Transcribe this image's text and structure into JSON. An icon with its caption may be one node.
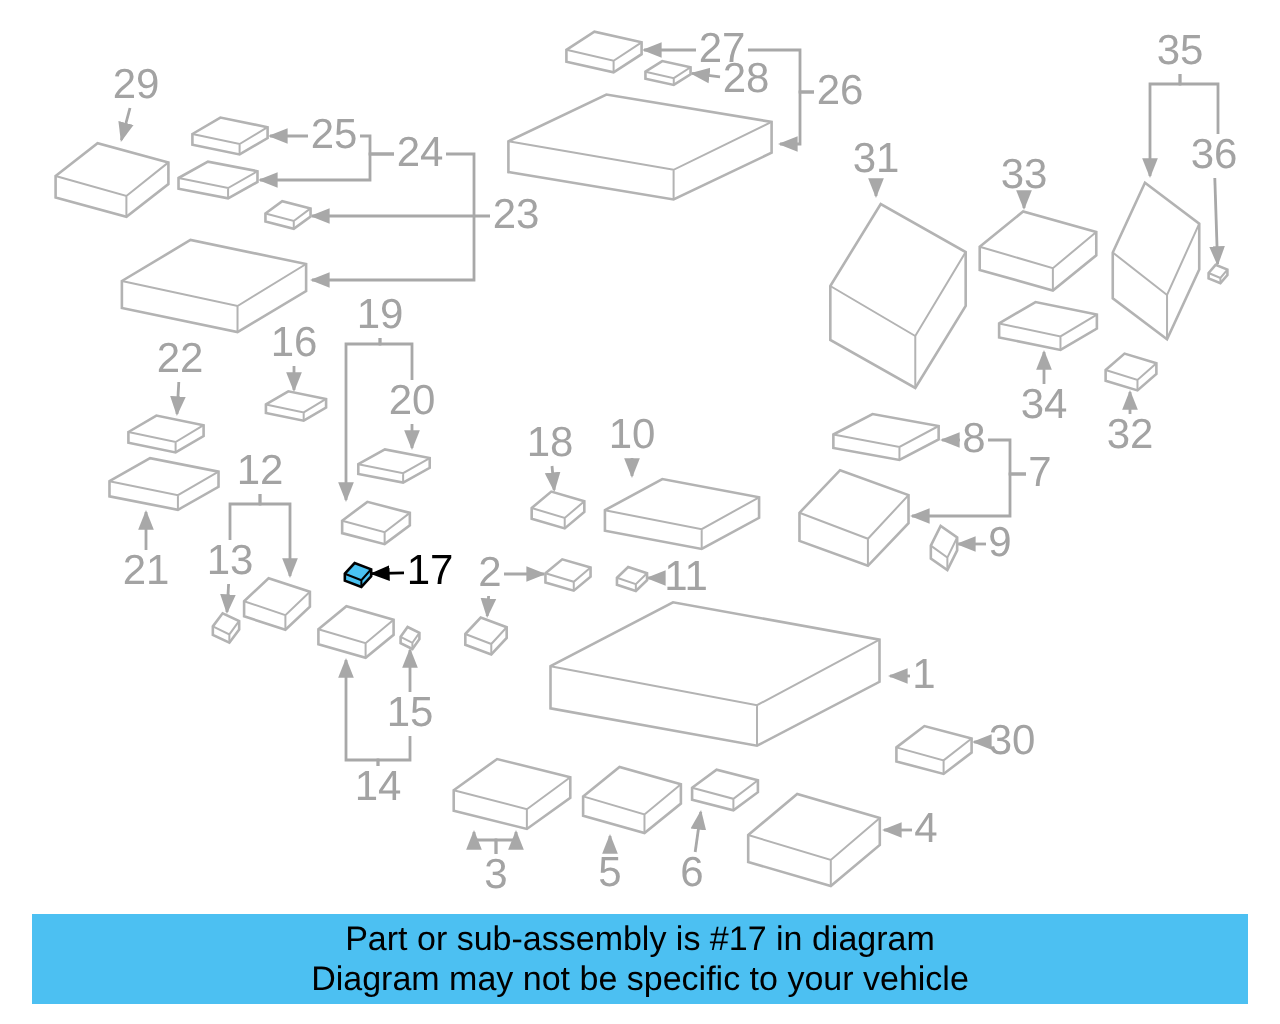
{
  "diagram": {
    "nodes": [
      {
        "text": [
          "1"
        ]
      },
      {
        "text": [
          "2"
        ]
      },
      {
        "text": [
          "3"
        ]
      },
      {
        "text": [
          "4"
        ]
      },
      {
        "text": [
          "5"
        ]
      },
      {
        "text": [
          "6"
        ]
      },
      {
        "text": [
          "7"
        ]
      },
      {
        "text": [
          "8"
        ]
      },
      {
        "text": [
          "9"
        ]
      },
      {
        "text": [
          "10"
        ]
      },
      {
        "text": [
          "11"
        ]
      },
      {
        "text": [
          "12"
        ]
      },
      {
        "text": [
          "13"
        ]
      },
      {
        "text": [
          "14"
        ]
      },
      {
        "text": [
          "15"
        ]
      },
      {
        "text": [
          "16"
        ]
      },
      {
        "text": [
          "17"
        ]
      },
      {
        "text": [
          "18"
        ]
      },
      {
        "text": [
          "19"
        ]
      },
      {
        "text": [
          "20"
        ]
      },
      {
        "text": [
          "21"
        ]
      },
      {
        "text": [
          "22"
        ]
      },
      {
        "text": [
          "23"
        ]
      },
      {
        "text": [
          "24"
        ]
      },
      {
        "text": [
          "25"
        ]
      },
      {
        "text": [
          "26"
        ]
      },
      {
        "text": [
          "27"
        ]
      },
      {
        "text": [
          "28"
        ]
      },
      {
        "text": [
          "29"
        ]
      },
      {
        "text": [
          "30"
        ]
      },
      {
        "text": [
          "31"
        ]
      },
      {
        "text": [
          "32"
        ]
      },
      {
        "text": [
          "33"
        ]
      },
      {
        "text": [
          "34"
        ]
      },
      {
        "text": [
          "35"
        ]
      },
      {
        "text": [
          "36"
        ]
      },
      {
        "text": [],
        "shape": "picture"
      },
      {
        "text": [],
        "shape": "picture"
      },
      {
        "text": [],
        "shape": "picture"
      },
      {
        "text": [],
        "shape": "picture"
      },
      {
        "text": [],
        "shape": "picture"
      },
      {
        "text": [],
        "shape": "picture"
      },
      {
        "text": [],
        "shape": "picture"
      },
      {
        "text": [],
        "shape": "picture"
      },
      {
        "text": [],
        "shape": "picture"
      },
      {
        "text": [],
        "shape": "picture"
      },
      {
        "text": [],
        "shape": "picture"
      },
      {
        "text": [],
        "shape": "picture"
      },
      {
        "text": [],
        "shape": "picture"
      },
      {
        "text": [],
        "shape": "picture"
      },
      {
        "text": [],
        "shape": "picture"
      },
      {
        "text": [],
        "shape": "picture"
      },
      {
        "text": [],
        "shape": "picture"
      },
      {
        "text": [],
        "shape": "picture"
      },
      {
        "text": [],
        "shape": "picture"
      },
      {
        "text": [],
        "shape": "picture"
      },
      {
        "text": [],
        "shape": "picture"
      },
      {
        "text": [],
        "shape": "picture"
      },
      {
        "text": [],
        "shape": "picture"
      },
      {
        "text": [],
        "shape": "picture"
      },
      {
        "text": [],
        "shape": "picture"
      },
      {
        "text": [],
        "shape": "picture"
      },
      {
        "text": [],
        "shape": "picture"
      },
      {
        "text": [],
        "shape": "picture"
      },
      {
        "text": [],
        "shape": "picture"
      },
      {
        "text": [],
        "shape": "picture"
      },
      {
        "text": [],
        "shape": "picture"
      },
      {
        "text": [],
        "shape": "picture"
      },
      {
        "text": [],
        "shape": "picture"
      },
      {
        "text": [],
        "shape": "picture"
      },
      {
        "text": [],
        "shape": "picture"
      },
      {
        "text": [],
        "shape": "picture"
      },
      {
        "text": [],
        "shape": "picture"
      },
      {
        "text": [],
        "shape": "picture"
      },
      {
        "text": [
          "Part or sub-assembly is #17 in diagram",
          "Diagram may not be specific to your vehicle"
        ]
      }
    ],
    "edges": [
      {
        "from": 0,
        "to": 36,
        "arrow": "to"
      },
      {
        "from": 1,
        "to": 37,
        "arrow": "to"
      },
      {
        "from": 1,
        "to": 38,
        "arrow": "to"
      },
      {
        "from": 2,
        "to": 39,
        "arrow": "to"
      },
      {
        "from": 2,
        "to": 39,
        "arrow": "to"
      },
      {
        "from": 3,
        "to": 40,
        "arrow": "to"
      },
      {
        "from": 4,
        "to": 41,
        "arrow": "to"
      },
      {
        "from": 5,
        "to": 42,
        "arrow": "to"
      },
      {
        "from": 6,
        "to": 43,
        "arrow": "to"
      },
      {
        "from": 6,
        "to": 7,
        "arrow": "none"
      },
      {
        "from": 7,
        "to": 44,
        "arrow": "to"
      },
      {
        "from": 8,
        "to": 45,
        "arrow": "to"
      },
      {
        "from": 9,
        "to": 46,
        "arrow": "to"
      },
      {
        "from": 10,
        "to": 47,
        "arrow": "to"
      },
      {
        "from": 11,
        "to": 48,
        "arrow": "to"
      },
      {
        "from": 11,
        "to": 12,
        "arrow": "none"
      },
      {
        "from": 12,
        "to": 49,
        "arrow": "to"
      },
      {
        "from": 13,
        "to": 50,
        "arrow": "to"
      },
      {
        "from": 13,
        "to": 14,
        "arrow": "none"
      },
      {
        "from": 14,
        "to": 51,
        "arrow": "to"
      },
      {
        "from": 15,
        "to": 52,
        "arrow": "to"
      },
      {
        "from": 16,
        "to": 53,
        "arrow": "to",
        "color": "#000000"
      },
      {
        "from": 17,
        "to": 54,
        "arrow": "to"
      },
      {
        "from": 18,
        "to": 55,
        "arrow": "to"
      },
      {
        "from": 18,
        "to": 19,
        "arrow": "none"
      },
      {
        "from": 19,
        "to": 56,
        "arrow": "to"
      },
      {
        "from": 20,
        "to": 57,
        "arrow": "to"
      },
      {
        "from": 21,
        "to": 58,
        "arrow": "to"
      },
      {
        "from": 22,
        "to": 59,
        "arrow": "to"
      },
      {
        "from": 23,
        "to": 60,
        "arrow": "to"
      },
      {
        "from": 23,
        "to": 24,
        "arrow": "none"
      },
      {
        "from": 23,
        "to": 62,
        "arrow": "to"
      },
      {
        "from": 24,
        "to": 61,
        "arrow": "to"
      },
      {
        "from": 25,
        "to": 63,
        "arrow": "to"
      },
      {
        "from": 25,
        "to": 26,
        "arrow": "none"
      },
      {
        "from": 26,
        "to": 64,
        "arrow": "to"
      },
      {
        "from": 27,
        "to": 65,
        "arrow": "to"
      },
      {
        "from": 28,
        "to": 66,
        "arrow": "to"
      },
      {
        "from": 29,
        "to": 67,
        "arrow": "to"
      },
      {
        "from": 30,
        "to": 68,
        "arrow": "to"
      },
      {
        "from": 31,
        "to": 69,
        "arrow": "to"
      },
      {
        "from": 32,
        "to": 70,
        "arrow": "to"
      },
      {
        "from": 33,
        "to": 71,
        "arrow": "to"
      },
      {
        "from": 34,
        "to": 72,
        "arrow": "to"
      },
      {
        "from": 34,
        "to": 35,
        "arrow": "none"
      },
      {
        "from": 35,
        "to": 73,
        "arrow": "to"
      }
    ]
  }
}
